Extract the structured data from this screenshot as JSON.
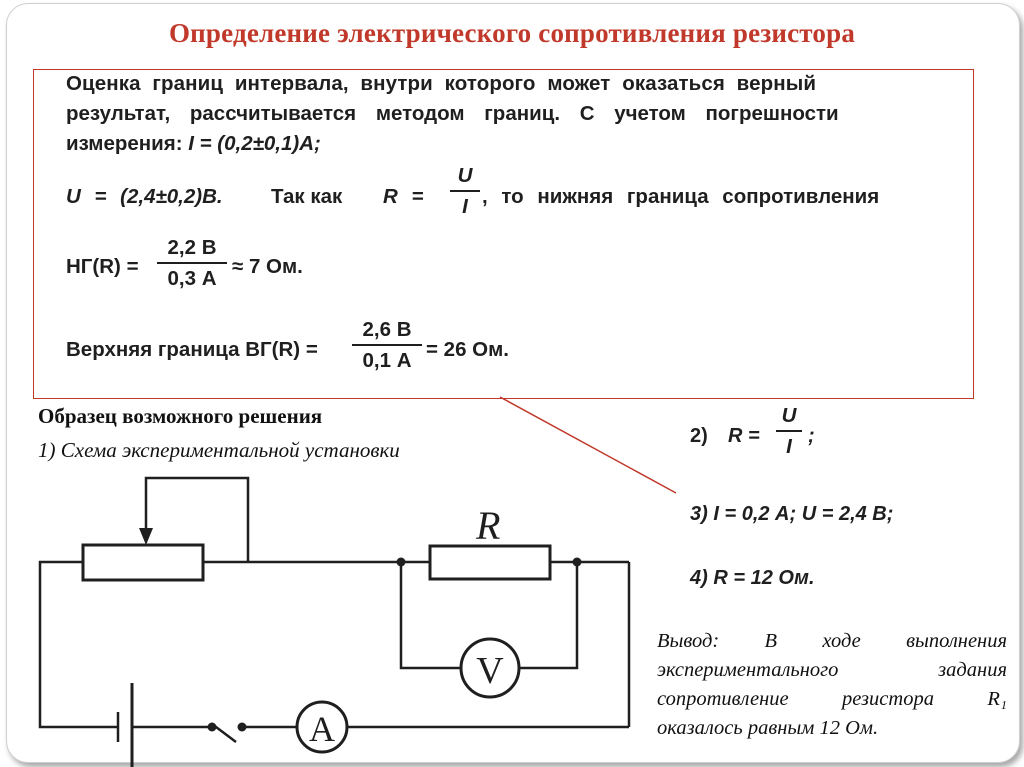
{
  "title": "Определение электрического сопротивления резистора",
  "box": {
    "line1": "Оценка границ интервала, внутри которого может оказаться верный",
    "line2": "результат, рассчитывается методом границ. С учетом погрешности",
    "line3_prefix": "измерения:",
    "line3_formula": "I = (0,2±0,1)A;",
    "line4_formula": "U = (2,4±0,2)B.",
    "line4_mid": "Так как",
    "line4_r": "R =",
    "frac_r_num": "U",
    "frac_r_den": "I",
    "line4_tail": ", то нижняя граница сопротивления",
    "low_label": "НГ(R) =",
    "low_num": "2,2 В",
    "low_den": "0,3 А",
    "low_result": "≈ 7 Ом.",
    "high_label": "Верхняя граница ВГ(R) =",
    "high_num": "2,6 В",
    "high_den": "0,1 А",
    "high_result": "= 26 Ом."
  },
  "sample": {
    "title": "Образец возможного решения",
    "subtitle": "1) Схема экспериментальной установки"
  },
  "circuit": {
    "resistor_label": "R",
    "voltmeter_label": "V",
    "ammeter_label": "A"
  },
  "steps": {
    "s2_prefix": "2)",
    "s2_r": "R =",
    "s2_num": "U",
    "s2_den": "I",
    "s2_tail": ";",
    "s3": "3) I = 0,2 А; U = 2,4 В;",
    "s4": "4) R = 12 Ом."
  },
  "conclusion": {
    "l1": "Вывод: В ходе выполнения",
    "l2": "экспериментального задания",
    "l3": "сопротивление резистора R₁",
    "l4": "оказалось равным 12 Ом."
  },
  "colors": {
    "accent": "#c0392b",
    "ink": "#1f1f1f"
  }
}
